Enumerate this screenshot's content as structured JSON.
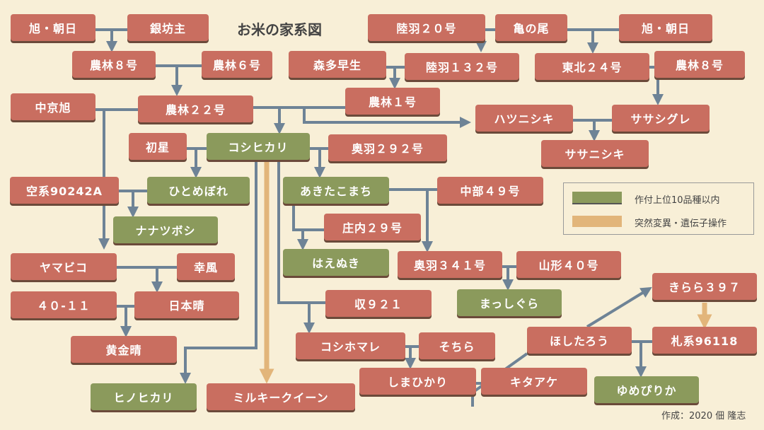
{
  "title": "お米の家系図",
  "colors": {
    "background": "#f8efd7",
    "parent": "#c96e60",
    "top10": "#8b9a5c",
    "mutation": "#e2b57a",
    "line": "#6e8396"
  },
  "nodes": [
    "旭・朝日",
    "銀坊主",
    "農林８号",
    "農林６号",
    "中京旭",
    "農林２２号",
    "初星",
    "コシヒカリ",
    "奥羽２９２号",
    "空系90242A",
    "ひとめぼれ",
    "ナナツボシ",
    "あきたこまち",
    "中部４９号",
    "庄内２９号",
    "はえぬき",
    "奥羽３４１号",
    "山形４０号",
    "まっしぐら",
    "ヤマビコ",
    "幸風",
    "４０-１１",
    "日本晴",
    "収９２１",
    "黄金晴",
    "ヒノヒカリ",
    "ミルキークイーン",
    "コシホマレ",
    "そちら",
    "しまひかり",
    "キタアケ",
    "ほしたろう",
    "きらら３９７",
    "札系96118",
    "ゆめぴりか",
    "陸羽２０号",
    "亀の尾",
    "旭・朝日",
    "森多早生",
    "陸羽１３２号",
    "東北２４号",
    "農林８号",
    "農林１号",
    "ハツニシキ",
    "ササシグレ",
    "ササニシキ"
  ],
  "legend": {
    "top10": "作付上位10品種以内",
    "mutation": "突然変異・遺伝子操作"
  },
  "credit": "作成：2020 佃 隆志"
}
